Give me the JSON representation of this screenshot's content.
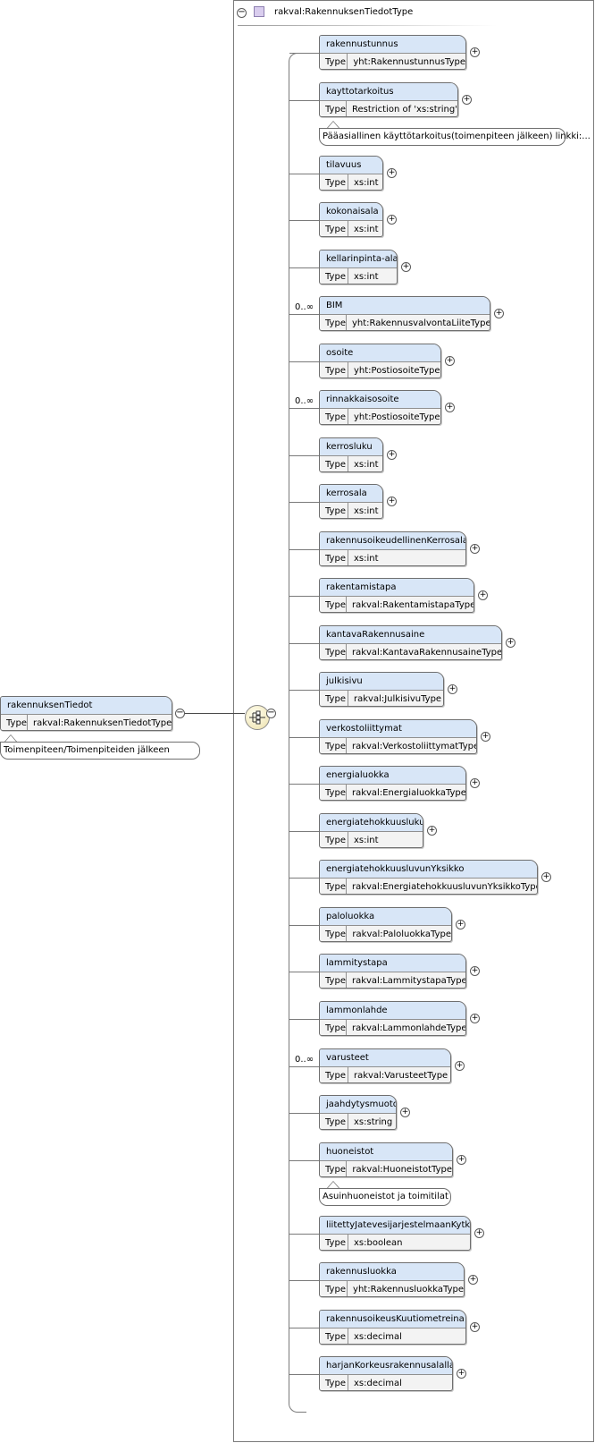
{
  "root": {
    "name": "rakennuksenTiedot",
    "type_label": "Type",
    "type_value": "rakval:RakennuksenTiedotType",
    "annotation": "Toimenpiteen/Toimenpiteiden jälkeen"
  },
  "complex_type": {
    "title": "rakval:RakennuksenTiedotType"
  },
  "elements": [
    {
      "name": "rakennustunnus",
      "type": "yht:RakennustunnusType"
    },
    {
      "name": "kayttotarkoitus",
      "type": "Restriction of 'xs:string'",
      "annotation": "Pääasiallinen käyttötarkoitus(toimenpiteen jälkeen) linkki:..."
    },
    {
      "name": "tilavuus",
      "type": "xs:int"
    },
    {
      "name": "kokonaisala",
      "type": "xs:int"
    },
    {
      "name": "kellarinpinta-ala",
      "type": "xs:int"
    },
    {
      "name": "BIM",
      "type": "yht:RakennusvalvontaLiiteType",
      "multiplicity": "0..∞"
    },
    {
      "name": "osoite",
      "type": "yht:PostiosoiteType"
    },
    {
      "name": "rinnakkaisosoite",
      "type": "yht:PostiosoiteType",
      "multiplicity": "0..∞"
    },
    {
      "name": "kerrosluku",
      "type": "xs:int"
    },
    {
      "name": "kerrosala",
      "type": "xs:int"
    },
    {
      "name": "rakennusoikeudellinenKerrosala",
      "type": "xs:int"
    },
    {
      "name": "rakentamistapa",
      "type": "rakval:RakentamistapaType"
    },
    {
      "name": "kantavaRakennusaine",
      "type": "rakval:KantavaRakennusaineType"
    },
    {
      "name": "julkisivu",
      "type": "rakval:JulkisivuType"
    },
    {
      "name": "verkostoliittymat",
      "type": "rakval:VerkostoliittymatType"
    },
    {
      "name": "energialuokka",
      "type": "rakval:EnergialuokkaType"
    },
    {
      "name": "energiatehokkuusluku",
      "type": "xs:int"
    },
    {
      "name": "energiatehokkuusluvunYksikko",
      "type": "rakval:EnergiatehokkuusluvunYksikkoType"
    },
    {
      "name": "paloluokka",
      "type": "rakval:PaloluokkaType"
    },
    {
      "name": "lammitystapa",
      "type": "rakval:LammitystapaType"
    },
    {
      "name": "lammonlahde",
      "type": "rakval:LammonlahdeType"
    },
    {
      "name": "varusteet",
      "type": "rakval:VarusteetType",
      "multiplicity": "0..∞"
    },
    {
      "name": "jaahdytysmuoto",
      "type": "xs:string"
    },
    {
      "name": "huoneistot",
      "type": "rakval:HuoneistotType",
      "annotation": "Asuinhuoneistot ja toimitilat"
    },
    {
      "name": "liitettyJatevesijarjestelmaanKytkin",
      "type": "xs:boolean"
    },
    {
      "name": "rakennusluokka",
      "type": "yht:RakennusluokkaType"
    },
    {
      "name": "rakennusoikeusKuutiometreina",
      "type": "xs:decimal"
    },
    {
      "name": "harjanKorkeusrakennusalalla",
      "type": "xs:decimal"
    }
  ],
  "type_label": "Type",
  "icons": {
    "collapse": "minus-circle-icon",
    "expand": "plus-circle-icon",
    "sequence": "sequence-compositor-icon",
    "complex_type": "complex-type-icon"
  },
  "colors": {
    "element_header": "#d8e6f7",
    "element_body": "#f3f3f3",
    "complex_type_icon": "#d9cdee",
    "sequence_fill": "#f2e9bf"
  }
}
